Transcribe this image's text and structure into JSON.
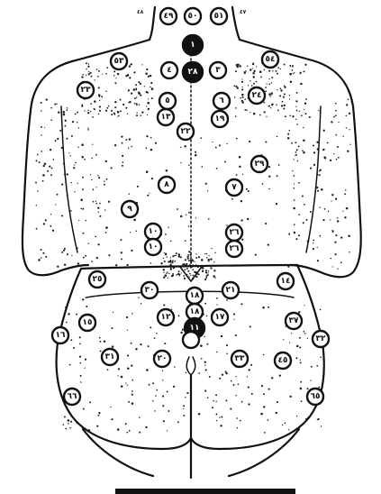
{
  "colors": {
    "ink": "#111111",
    "paper": "#ffffff"
  },
  "corner_labels": {
    "left": "٤٨",
    "right": "٤٧"
  },
  "points": [
    {
      "label": "٤٩",
      "dark": false
    },
    {
      "label": "٥٠",
      "dark": false
    },
    {
      "label": "٥١",
      "dark": false
    },
    {
      "label": "١",
      "dark": true
    },
    {
      "label": "٢٨",
      "dark": true
    },
    {
      "label": "٤",
      "dark": false
    },
    {
      "label": "٣",
      "dark": false
    },
    {
      "label": "٥٣",
      "dark": false
    },
    {
      "label": "٥٤",
      "dark": false
    },
    {
      "label": "٢٣",
      "dark": false
    },
    {
      "label": "٢٤",
      "dark": false
    },
    {
      "label": "٥",
      "dark": false
    },
    {
      "label": "٦",
      "dark": false
    },
    {
      "label": "١٣",
      "dark": false
    },
    {
      "label": "١٩",
      "dark": false
    },
    {
      "label": "٢٢",
      "dark": false
    },
    {
      "label": "٢٩",
      "dark": false
    },
    {
      "label": "٧",
      "dark": false
    },
    {
      "label": "٨",
      "dark": false
    },
    {
      "label": "٩",
      "dark": false
    },
    {
      "label": "١٠",
      "dark": false
    },
    {
      "label": "٢٦",
      "dark": false
    },
    {
      "label": "٢٥",
      "dark": false
    },
    {
      "label": "١٤",
      "dark": false
    },
    {
      "label": "٣٠",
      "dark": false
    },
    {
      "label": "١٨",
      "dark": false
    },
    {
      "label": "٢١",
      "dark": false
    },
    {
      "label": "١١",
      "dark": true
    },
    {
      "label": "١٢",
      "dark": false
    },
    {
      "label": "١٧",
      "dark": false
    },
    {
      "label": "١٥",
      "dark": false
    },
    {
      "label": "٣٧",
      "dark": false
    },
    {
      "label": "١٦",
      "dark": false
    },
    {
      "label": "٣٢",
      "dark": false
    },
    {
      "label": "٣١",
      "dark": false
    },
    {
      "label": "٢٠",
      "dark": false
    },
    {
      "label": "٣٣",
      "dark": false
    },
    {
      "label": "٤٥",
      "dark": false
    },
    {
      "label": "٦٦",
      "dark": false
    },
    {
      "label": "٦٥",
      "dark": false
    },
    {
      "label": "",
      "dark": false
    }
  ]
}
